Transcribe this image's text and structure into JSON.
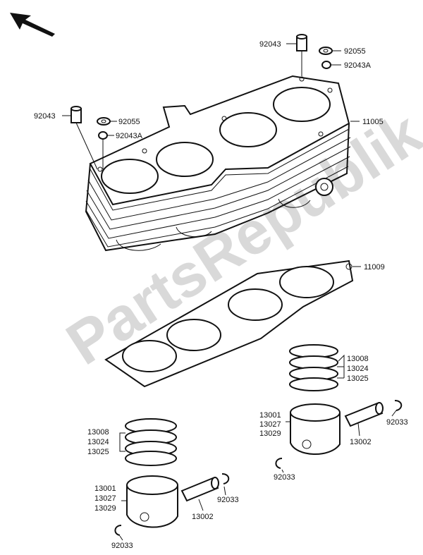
{
  "watermark": "PartsRepublik",
  "labels": {
    "top_sleeve_right": "92043",
    "top_washer_right": "92055",
    "top_oring_right": "92043A",
    "top_sleeve_left": "92043",
    "top_washer_left": "92055",
    "top_oring_left": "92043A",
    "cylinder": "11005",
    "gasket": "11009",
    "rings_right_1": "13008",
    "rings_right_2": "13024",
    "rings_right_3": "13025",
    "piston_right_1": "13001",
    "piston_right_2": "13027",
    "piston_right_3": "13029",
    "pin_right": "13002",
    "clip_right_a": "92033",
    "clip_right_b": "92033",
    "rings_left_1": "13008",
    "rings_left_2": "13024",
    "rings_left_3": "13025",
    "piston_left_1": "13001",
    "piston_left_2": "13027",
    "piston_left_3": "13029",
    "pin_left": "13002",
    "clip_left_a": "92033",
    "clip_left_b": "92033"
  }
}
